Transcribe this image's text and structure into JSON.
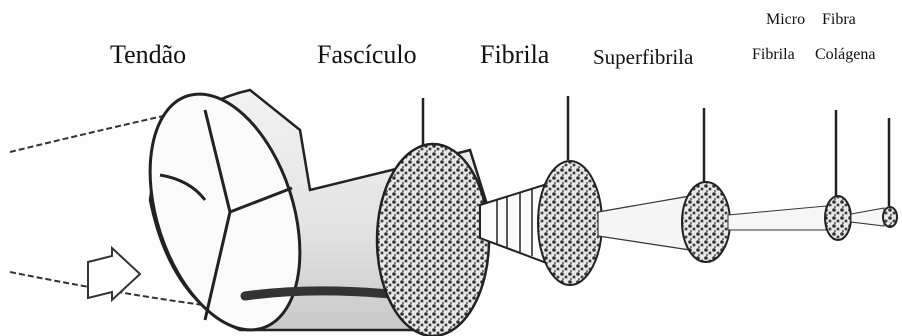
{
  "labels": {
    "tendao": "Tendão",
    "fasciculo": "Fascículo",
    "fibrila": "Fibrila",
    "superfibrila": "Superfibrila",
    "micro": "Micro",
    "micro_fibrila": "Fibrila",
    "fibra": "Fibra",
    "colagena": "Colágena"
  },
  "colors": {
    "ink": "#222222",
    "shade": "#9a9a9a",
    "dark": "#333333"
  }
}
